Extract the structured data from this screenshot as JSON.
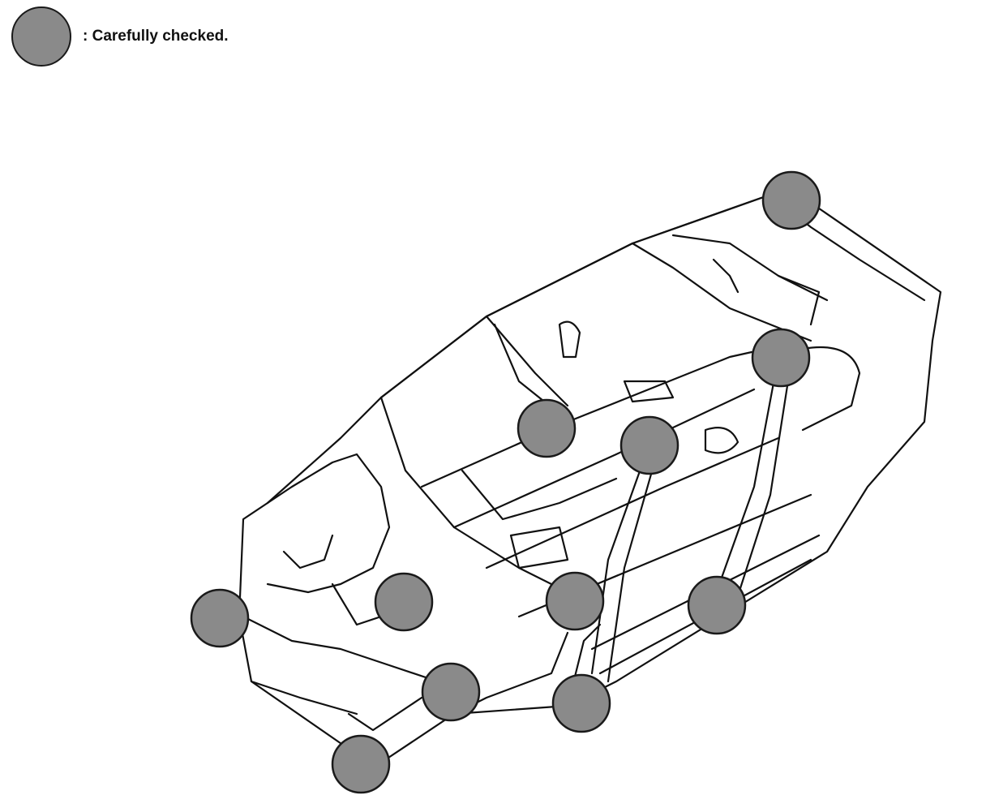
{
  "legend": {
    "label": ": Carefully checked.",
    "marker_color": "#8a8a8a",
    "marker_outline": "#1a1a1a"
  },
  "drawing": {
    "subject": "car-body-shell",
    "line_color": "#111111"
  },
  "check_points": [
    {
      "id": "rear-upper-corner"
    },
    {
      "id": "rear-pillar-right"
    },
    {
      "id": "center-tunnel-rear"
    },
    {
      "id": "b-pillar-top"
    },
    {
      "id": "front-left-inner"
    },
    {
      "id": "front-strut-top"
    },
    {
      "id": "b-pillar-base-left"
    },
    {
      "id": "rocker-right"
    },
    {
      "id": "front-lower-member"
    },
    {
      "id": "rocker-left-lower"
    },
    {
      "id": "front-bumper-corner"
    }
  ]
}
